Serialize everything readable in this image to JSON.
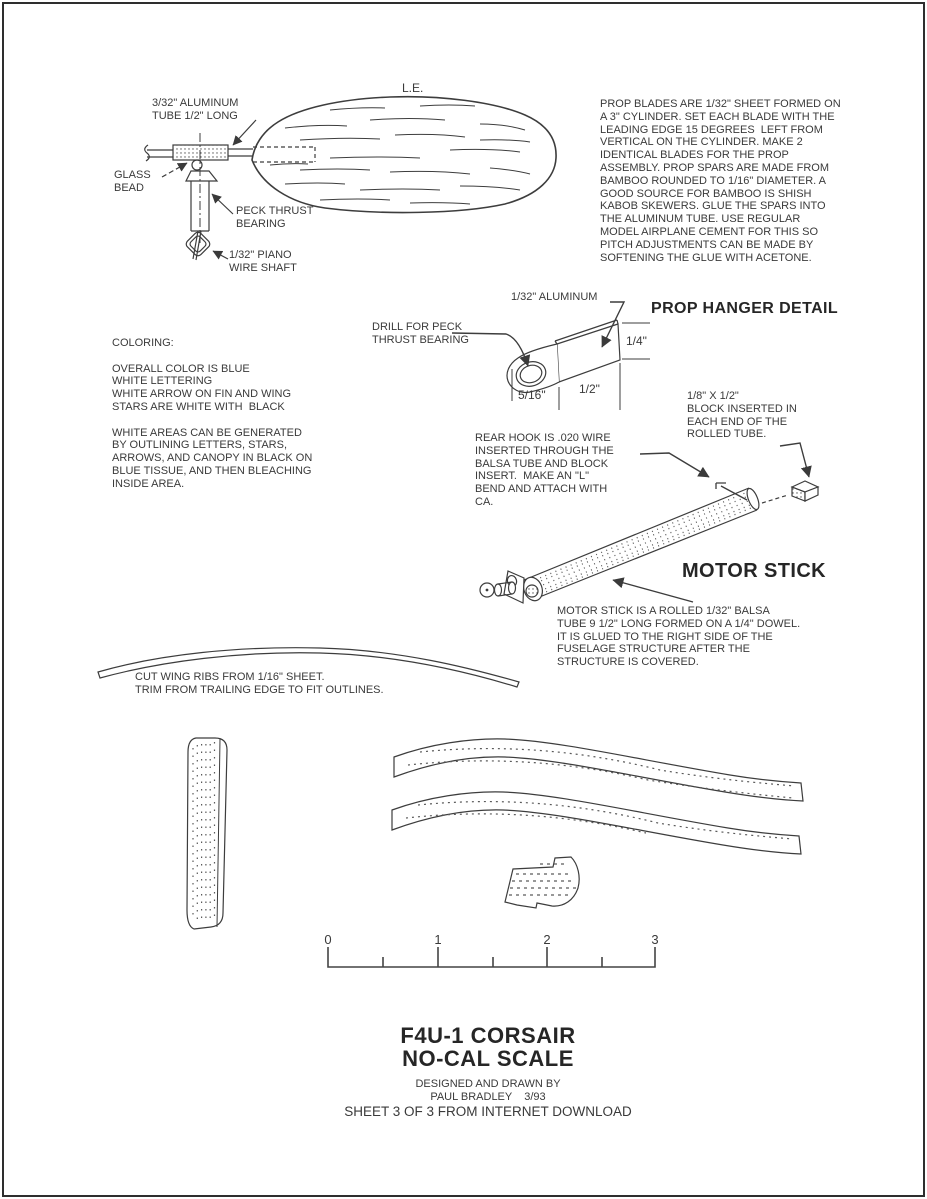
{
  "labels": {
    "le": "L.E.",
    "tube": "3/32\" ALUMINUM\nTUBE 1/2\" LONG",
    "glass_bead": "GLASS\nBEAD",
    "peck_bearing": "PECK THRUST\nBEARING",
    "wire_shaft": "1/32\" PIANO\nWIRE SHAFT",
    "aluminum": "1/32\" ALUMINUM",
    "drill": "DRILL FOR PECK\nTHRUST BEARING",
    "dim_quarter": "1/4\"",
    "dim_5_16": "5/16\"",
    "dim_half": "1/2\""
  },
  "headings": {
    "prop_hanger": "PROP HANGER DETAIL",
    "motor_stick": "MOTOR STICK"
  },
  "notes": {
    "prop": "PROP BLADES ARE 1/32\" SHEET FORMED ON\nA 3\" CYLINDER. SET EACH BLADE WITH THE\nLEADING EDGE 15 DEGREES  LEFT FROM\nVERTICAL ON THE CYLINDER. MAKE 2\nIDENTICAL BLADES FOR THE PROP\nASSEMBLY. PROP SPARS ARE MADE FROM\nBAMBOO ROUNDED TO 1/16\" DIAMETER. A\nGOOD SOURCE FOR BAMBOO IS SHISH\nKABOB SKEWERS. GLUE THE SPARS INTO\nTHE ALUMINUM TUBE. USE REGULAR\nMODEL AIRPLANE CEMENT FOR THIS SO\nPITCH ADJUSTMENTS CAN BE MADE BY\nSOFTENING THE GLUE WITH ACETONE.",
    "coloring": "COLORING:\n\nOVERALL COLOR IS BLUE\nWHITE LETTERING\nWHITE ARROW ON FIN AND WING\nSTARS ARE WHITE WITH  BLACK\n\nWHITE AREAS CAN BE GENERATED\nBY OUTLINING LETTERS, STARS,\nARROWS, AND CANOPY IN BLACK ON\nBLUE TISSUE, AND THEN BLEACHING\nINSIDE AREA.",
    "block": "1/8\" X 1/2\"\nBLOCK INSERTED IN\nEACH END OF THE\nROLLED TUBE.",
    "rear_hook": "REAR HOOK IS .020 WIRE\nINSERTED THROUGH THE\nBALSA TUBE AND BLOCK\nINSERT.  MAKE AN \"L\"\nBEND AND ATTACH WITH\nCA.",
    "motor_stick": "MOTOR STICK IS A ROLLED 1/32\" BALSA\nTUBE 9 1/2\" LONG FORMED ON A 1/4\" DOWEL.\nIT IS GLUED TO THE RIGHT SIDE OF THE\nFUSELAGE STRUCTURE AFTER THE\nSTRUCTURE IS COVERED.",
    "wing_ribs": "CUT WING RIBS FROM 1/16\" SHEET.\nTRIM FROM TRAILING EDGE TO FIT OUTLINES."
  },
  "ruler": {
    "labels": [
      "0",
      "1",
      "2",
      "3"
    ]
  },
  "title_block": {
    "title_line1": "F4U-1 CORSAIR",
    "title_line2": "NO-CAL SCALE",
    "designed_by": "DESIGNED AND DRAWN BY",
    "author_date": "PAUL BRADLEY    3/93",
    "sheet_info": "SHEET 3 OF 3 FROM INTERNET DOWNLOAD"
  },
  "colors": {
    "ink": "#3d3d3d",
    "paper": "#ffffff"
  }
}
